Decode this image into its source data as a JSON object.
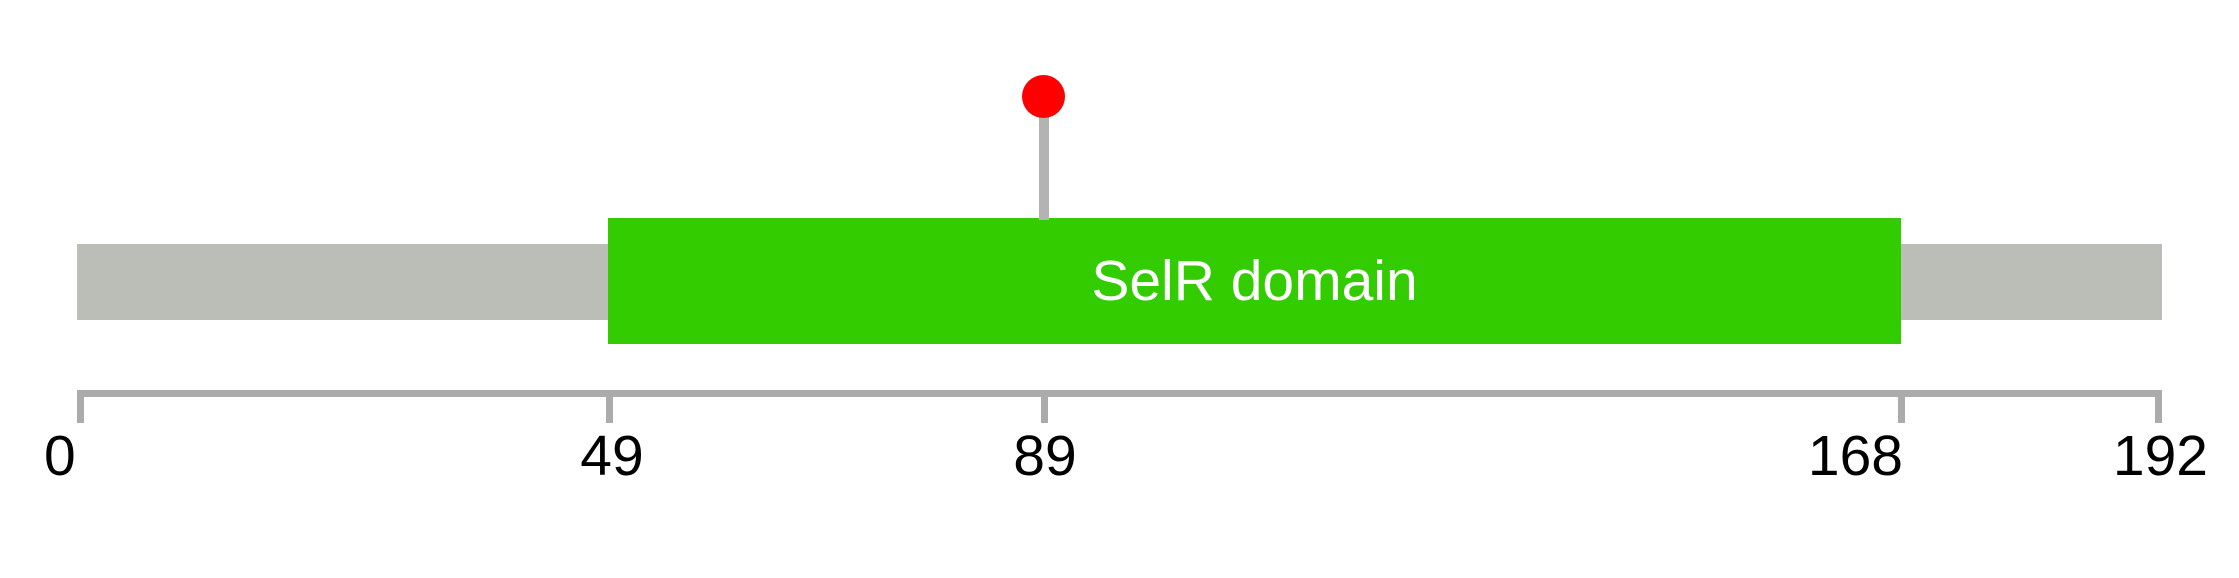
{
  "chart_data": {
    "type": "bar",
    "title": "",
    "xlabel": "",
    "ylabel": "",
    "plot_kind": "protein-domain-lollipop",
    "protein": {
      "length": 192,
      "backbone_start": 0,
      "backbone_end": 192,
      "backbone_color": "#BBBEB7"
    },
    "axis": {
      "min": 0,
      "max": 192,
      "line_color": "#ABABAB",
      "grid": false,
      "legend": "none",
      "tick_values": [
        0,
        49,
        89,
        168,
        192
      ],
      "tick_labels": [
        "0",
        "49",
        "89",
        "168",
        "192"
      ]
    },
    "domains": [
      {
        "name": "SelR domain",
        "start": 49,
        "end": 168,
        "color": "#33CC00",
        "text_color": "#FFFFFF"
      }
    ],
    "markers": [
      {
        "position": 89,
        "label": "89",
        "color": "#FF0000",
        "stem_color": "#B3B3B3",
        "shape": "circle"
      }
    ]
  },
  "diagram": {
    "domain_label": "SelR domain",
    "ticks": [
      {
        "value": "0",
        "align": "left"
      },
      {
        "value": "49",
        "align": "center"
      },
      {
        "value": "89",
        "align": "center"
      },
      {
        "value": "168",
        "align": "right"
      },
      {
        "value": "192",
        "align": "right"
      }
    ]
  }
}
